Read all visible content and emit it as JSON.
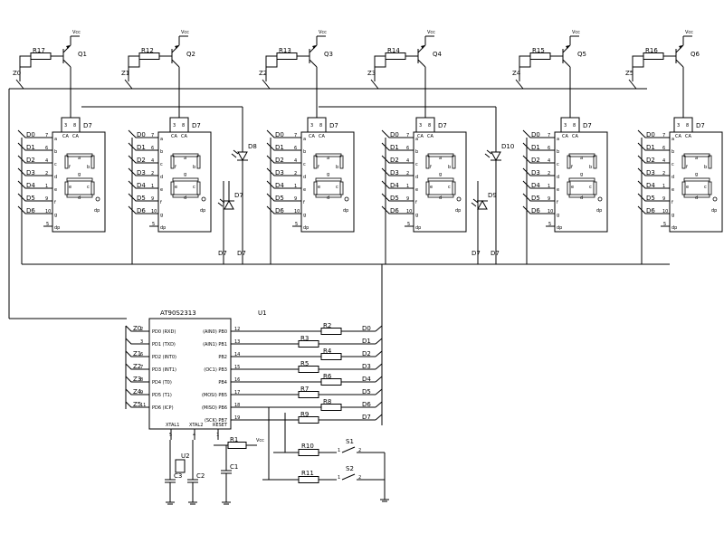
{
  "vcc_label": "Vcc",
  "transistors": [
    {
      "ref": "Q1",
      "res": "R17",
      "z": "Z0"
    },
    {
      "ref": "Q2",
      "res": "R12",
      "z": "Z1"
    },
    {
      "ref": "Q3",
      "res": "R13",
      "z": "Z2"
    },
    {
      "ref": "Q4",
      "res": "R14",
      "z": "Z3"
    },
    {
      "ref": "Q5",
      "res": "R15",
      "z": "Z4"
    },
    {
      "ref": "Q6",
      "res": "R16",
      "z": "Z5"
    }
  ],
  "digit": {
    "pin_numbers": [
      "7",
      "6",
      "4",
      "2",
      "1",
      "9",
      "10",
      "5"
    ],
    "pin_letters": [
      "a",
      "b",
      "c",
      "d",
      "e",
      "f",
      "g",
      "dp"
    ],
    "com_pins": [
      "3",
      "8"
    ],
    "com_label": "CA",
    "seg_labels": [
      "a",
      "f",
      "b",
      "g",
      "e",
      "c",
      "d",
      "dp"
    ],
    "dline_labels": [
      "D0",
      "D1",
      "D2",
      "D3",
      "D4",
      "D5",
      "D6"
    ],
    "d7_label": "D7"
  },
  "diodes": [
    "D8",
    "D7",
    "D10",
    "D9"
  ],
  "d7_vertical_label": "D7",
  "mcu": {
    "part": "AT90S2313",
    "ref": "U1",
    "left_pins": [
      {
        "net": "Z0",
        "num": "2",
        "name": "PD0 (RXD)"
      },
      {
        "net": "",
        "num": "3",
        "name": "PD1 (TXD)"
      },
      {
        "net": "Z1",
        "num": "6",
        "name": "PD2 (INT0)"
      },
      {
        "net": "Z2",
        "num": "7",
        "name": "PD3 (INT1)"
      },
      {
        "net": "Z3",
        "num": "8",
        "name": "PD4 (T0)"
      },
      {
        "net": "Z4",
        "num": "9",
        "name": "PD5 (T1)"
      },
      {
        "net": "Z5",
        "num": "11",
        "name": "PD6 (ICP)"
      }
    ],
    "right_pins": [
      {
        "name": "(AIN0) PB0",
        "num": "12",
        "res": "R2",
        "net": "D0"
      },
      {
        "name": "(AIN1) PB1",
        "num": "13",
        "res": "R3",
        "net": "D1"
      },
      {
        "name": "PB2",
        "num": "14",
        "res": "R4",
        "net": "D2"
      },
      {
        "name": "(OC1) PB3",
        "num": "15",
        "res": "R5",
        "net": "D3"
      },
      {
        "name": "PB4",
        "num": "16",
        "res": "R6",
        "net": "D4"
      },
      {
        "name": "(MOSI) PB5",
        "num": "17",
        "res": "R7",
        "net": "D5"
      },
      {
        "name": "(MISO) PB6",
        "num": "18",
        "res": "R8",
        "net": "D6"
      },
      {
        "name": "(SCK) PB7",
        "num": "19",
        "res": "R9",
        "net": "D7"
      }
    ],
    "bottom_pins": [
      {
        "name": "XTAL1",
        "num": "5"
      },
      {
        "name": "XTAL2",
        "num": "4"
      },
      {
        "name": "RESET",
        "num": "1"
      }
    ]
  },
  "passives": {
    "reset_res": "R1",
    "crystal": "U2",
    "caps": [
      "C3",
      "C2",
      "C1"
    ],
    "switch_res": [
      "R10",
      "R11"
    ],
    "switches": [
      "S1",
      "S2"
    ],
    "switch_pins": [
      "1",
      "2"
    ]
  }
}
